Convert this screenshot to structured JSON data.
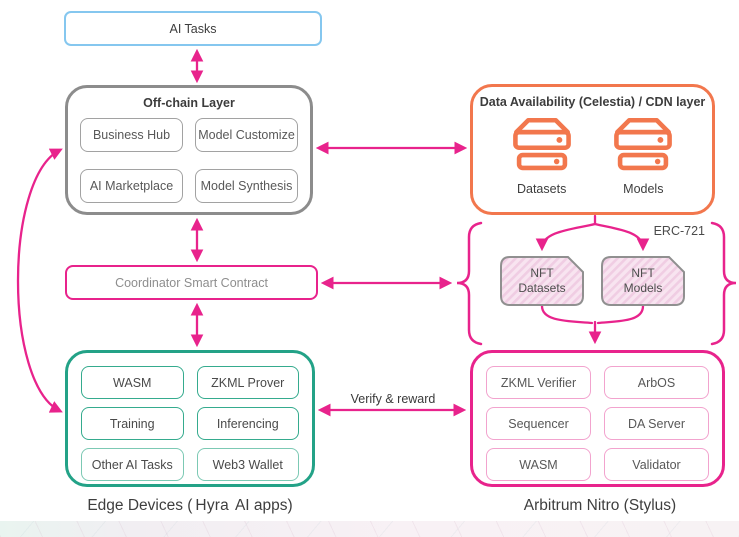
{
  "diagram": {
    "ai_tasks": {
      "label": "AI Tasks"
    },
    "offchain": {
      "title": "Off-chain Layer",
      "items": [
        "Business Hub",
        "Model Customize",
        "AI Marketplace",
        "Model Synthesis"
      ]
    },
    "data_availability": {
      "title": "Data Availability (Celestia) / CDN layer",
      "stores": [
        {
          "label": "Datasets"
        },
        {
          "label": "Models"
        }
      ]
    },
    "erc721": {
      "label": "ERC-721",
      "nft_datasets": {
        "line1": "NFT",
        "line2": "Datasets"
      },
      "nft_models": {
        "line1": "NFT",
        "line2": "Models"
      }
    },
    "coordinator": {
      "label": "Coordinator Smart Contract"
    },
    "edge_devices": {
      "items": [
        "WASM",
        "ZKML Prover",
        "Training",
        "Inferencing",
        "Other AI Tasks",
        "Web3 Wallet"
      ],
      "caption_prefix": "Edge Devices (",
      "caption_brand": "Hyra",
      "caption_suffix": "AI apps)"
    },
    "arbitrum": {
      "items": [
        "ZKML Verifier",
        "ArbOS",
        "Sequencer",
        "DA Server",
        "WASM",
        "Validator"
      ],
      "caption": "Arbitrum Nitro (Stylus)"
    },
    "labels": {
      "verify_reward": "Verify & reward"
    },
    "colors": {
      "pink": "#e8238c",
      "orange": "#f2774d",
      "teal": "#23a287",
      "blue": "#85c7ef",
      "gray_border": "#8c8c8c",
      "nft_fill": "#f8e4f0",
      "nft_stripe": "#f0cde3"
    }
  }
}
